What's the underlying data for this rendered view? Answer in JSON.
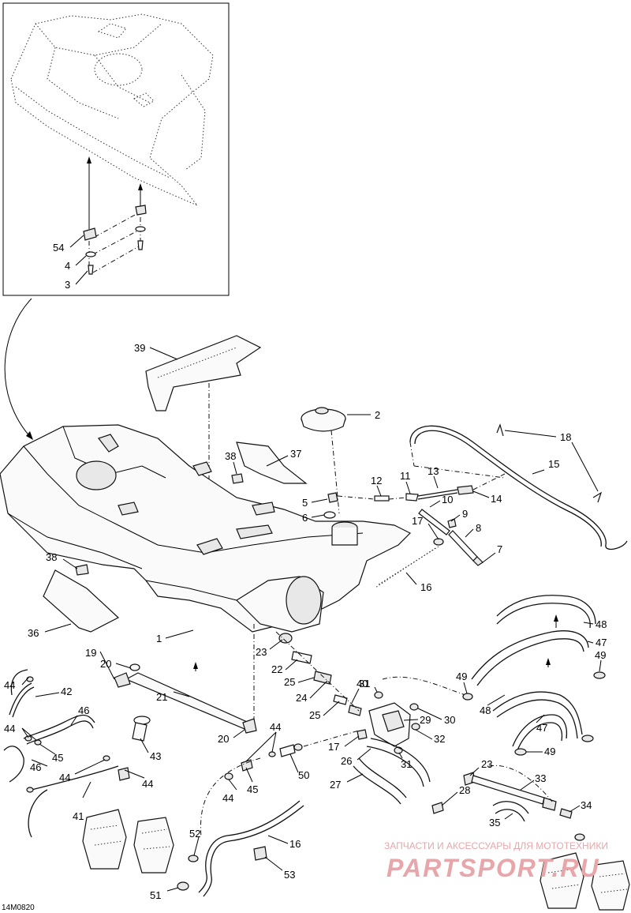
{
  "drawing_ref": "14M0820",
  "watermark": {
    "line1": "ЗАПЧАСТИ И АКСЕССУАРЫ ДЛЯ МОТОТЕХНИКИ",
    "line2": "PARTSPORT.RU",
    "color": "#e7a6aa"
  },
  "callouts": {
    "c1": "1",
    "c2": "2",
    "c3": "3",
    "c4": "4",
    "c5": "5",
    "c6": "6",
    "c7": "7",
    "c8": "8",
    "c9": "9",
    "c10": "10",
    "c11": "11",
    "c12": "12",
    "c13": "13",
    "c14": "14",
    "c15": "15",
    "c16a": "16",
    "c16b": "16",
    "c17a": "17",
    "c17b": "17",
    "c18": "18",
    "c19": "19",
    "c20a": "20",
    "c20b": "20",
    "c21": "21",
    "c22": "22",
    "c23a": "23",
    "c23b": "23",
    "c24": "24",
    "c25a": "25",
    "c25b": "25",
    "c26": "26",
    "c27": "27",
    "c28": "28",
    "c29": "29",
    "c30": "30",
    "c31a": "31",
    "c31b": "31",
    "c32": "32",
    "c33": "33",
    "c34": "34",
    "c35": "35",
    "c36": "36",
    "c37": "37",
    "c38a": "38",
    "c38b": "38",
    "c39": "39",
    "c40": "40",
    "c41": "41",
    "c42": "42",
    "c43": "43",
    "c44a": "44",
    "c44b": "44",
    "c44c": "44",
    "c44d": "44",
    "c44e": "44",
    "c44f": "44",
    "c45a": "45",
    "c45b": "45",
    "c46a": "46",
    "c46b": "46",
    "c47a": "47",
    "c47b": "47",
    "c48a": "48",
    "c48b": "48",
    "c49a": "49",
    "c49b": "49",
    "c49c": "49",
    "c50": "50",
    "c51": "51",
    "c52": "52",
    "c53": "53",
    "c54": "54"
  }
}
